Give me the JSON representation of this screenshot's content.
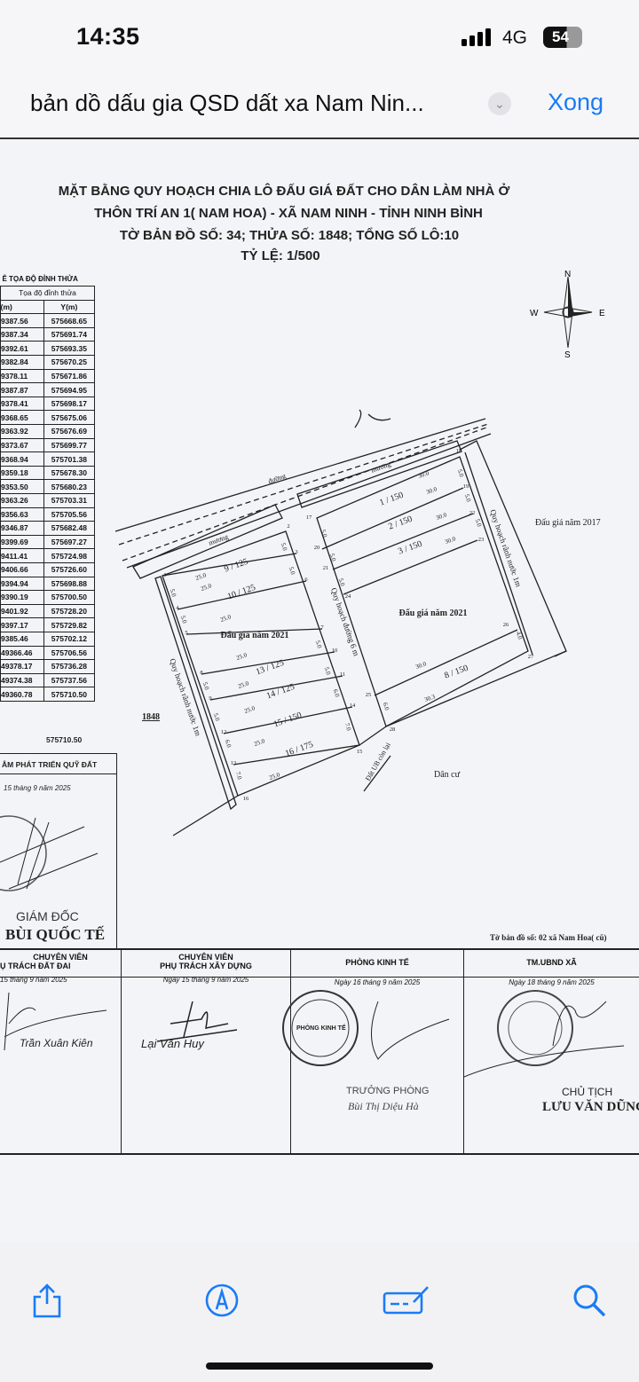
{
  "status": {
    "time": "14:35",
    "network": "4G",
    "battery": "54"
  },
  "nav": {
    "title": "bản dồ dấu gia QSD dất xa Nam Nin...",
    "done_label": "Xong"
  },
  "colors": {
    "accent": "#1a7cf5"
  },
  "document": {
    "title_lines": [
      "MẶT BẰNG QUY HOẠCH CHIA LÔ ĐẤU GIÁ ĐẤT CHO DÂN LÀM NHÀ Ở",
      "THÔN TRÍ AN 1( NAM HOA) - XÃ NAM NINH - TỈNH NINH BÌNH",
      "TỜ BẢN ĐỒ SỐ: 34; THỬA SỐ: 1848; TỔNG SỐ LÔ:10",
      "TỶ LỆ: 1/500"
    ],
    "compass": {
      "n": "N",
      "s": "S",
      "w": "W",
      "e": "E"
    },
    "table": {
      "caption": "Ê TỌA ĐỘ ĐỈNH THỬA",
      "group_header": "Tọa độ đỉnh thửa",
      "col_x": "X(m)",
      "col_y": "Y(m)",
      "rows": [
        [
          "9387.56",
          "575668.65"
        ],
        [
          "9387.34",
          "575691.74"
        ],
        [
          "9392.61",
          "575693.35"
        ],
        [
          "9382.84",
          "575670.25"
        ],
        [
          "9378.11",
          "575671.86"
        ],
        [
          "9387.87",
          "575694.95"
        ],
        [
          "9378.41",
          "575698.17"
        ],
        [
          "9368.65",
          "575675.06"
        ],
        [
          "9363.92",
          "575676.69"
        ],
        [
          "9373.67",
          "575699.77"
        ],
        [
          "9368.94",
          "575701.38"
        ],
        [
          "9359.18",
          "575678.30"
        ],
        [
          "9353.50",
          "575680.23"
        ],
        [
          "9363.26",
          "575703.31"
        ],
        [
          "9356.63",
          "575705.56"
        ],
        [
          "9346.87",
          "575682.48"
        ],
        [
          "9399.69",
          "575697.27"
        ],
        [
          "9411.41",
          "575724.98"
        ],
        [
          "9406.66",
          "575726.60"
        ],
        [
          "9394.94",
          "575698.88"
        ],
        [
          "9390.19",
          "575700.50"
        ],
        [
          "9401.92",
          "575728.20"
        ],
        [
          "9397.17",
          "575729.82"
        ],
        [
          "9385.46",
          "575702.12"
        ],
        [
          "49366.46",
          "575706.56"
        ],
        [
          "49378.17",
          "575736.28"
        ],
        [
          "49374.38",
          "575737.56"
        ],
        [
          "49360.78",
          "575710.50"
        ]
      ],
      "footer_value": "575710.50"
    },
    "map": {
      "parcel_number": "1848",
      "road": "đường",
      "canal": "mương",
      "area_2021": "Đấu giá năm 2021",
      "area_2017": "Đấu giá năm 2017",
      "road_plan": "Quy hoạch đường 6 m",
      "drain_plan": "Quy hoạch rãnh nước 1m",
      "remaining_land": "Đất UB còn lại",
      "residential": "Dân cư",
      "lots": [
        "9 / 125",
        "10 / 125",
        "13 / 125",
        "14 / 125",
        "15 / 150",
        "16 / 175",
        "1 / 150",
        "2 / 150",
        "3 / 150",
        "8 / 150"
      ],
      "points": [
        "1",
        "2",
        "3",
        "4",
        "5",
        "6",
        "7",
        "8",
        "9",
        "10",
        "11",
        "12",
        "13",
        "14",
        "15",
        "16",
        "17",
        "18",
        "19",
        "20",
        "21",
        "22",
        "23",
        "24",
        "25",
        "26",
        "27",
        "28"
      ],
      "dimensions": [
        "25.0",
        "25.0",
        "25.0",
        "25.0",
        "25.0",
        "25.0",
        "25.0",
        "25.0",
        "5.0",
        "5.0",
        "5.0",
        "5.0",
        "6.0",
        "7.0",
        "5.0",
        "5.0",
        "5.0",
        "5.0",
        "6.0",
        "7.0",
        "30.0",
        "30.0",
        "30.0",
        "30.0",
        "30.0",
        "30.3",
        "5.0",
        "5.0",
        "5.0",
        "6.0",
        "5.0",
        "5.0",
        "5.0",
        "4.0"
      ]
    },
    "left_box": {
      "org": "ÂM PHÁT TRIỂN QUỸ ĐẤT",
      "date": "15 tháng 9 năm 2025",
      "role": "GIÁM ĐỐC",
      "name": "BÙI QUỐC TẾ"
    },
    "map_sheet_note": "Tờ bản đồ số: 02 xã Nam Hoa( cũ)",
    "signatures": [
      {
        "header1": "CHUYÊN VIÊN",
        "header2": "Ụ TRÁCH ĐẤT ĐAI",
        "date": "15 tháng 9 năm 2025",
        "name": "Trần Xuân Kiên"
      },
      {
        "header1": "CHUYÊN VIÊN",
        "header2": "PHỤ TRÁCH XÂY DỰNG",
        "date": "Ngày 15 tháng 9 năm 2025",
        "name": "Lại Văn Huy"
      },
      {
        "header1": "PHÒNG KINH TẾ",
        "date": "Ngày 16 tháng 9 năm 2025",
        "stamp": "PHÒNG KINH TẾ",
        "role": "TRƯỞNG PHÒNG",
        "name": "Bùi Thị Diệu Hà"
      },
      {
        "header1": "TM.UBND XÃ",
        "date": "Ngày 18 tháng 9 năm 2025",
        "role": "CHỦ TỊCH",
        "name": "LƯU VĂN DŨNG"
      }
    ]
  },
  "toolbar": {
    "icons": [
      "share-icon",
      "markup-icon",
      "annotate-icon",
      "search-icon"
    ]
  }
}
